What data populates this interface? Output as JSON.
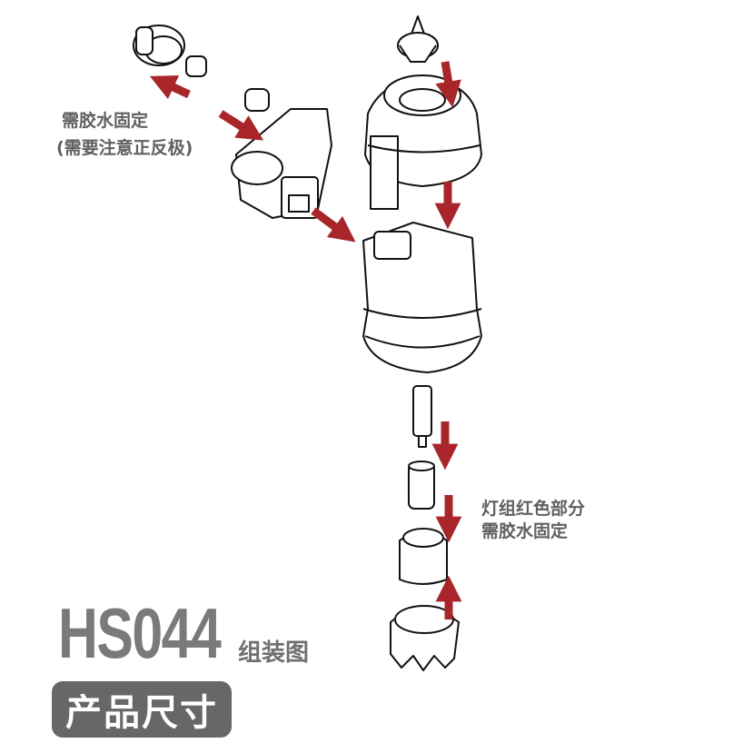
{
  "labels": {
    "glue_note": "需胶水固定",
    "polarity_note": "(需要注意正反极)",
    "light_group_note": "灯组红色部分",
    "light_group_glue": "需胶水固定"
  },
  "title": {
    "model": "HS044",
    "subtitle": "组装图"
  },
  "button": {
    "product_size": "产品尺寸"
  },
  "colors": {
    "arrow": "#a8262a",
    "text": "#606060",
    "button_bg": "#676767"
  }
}
